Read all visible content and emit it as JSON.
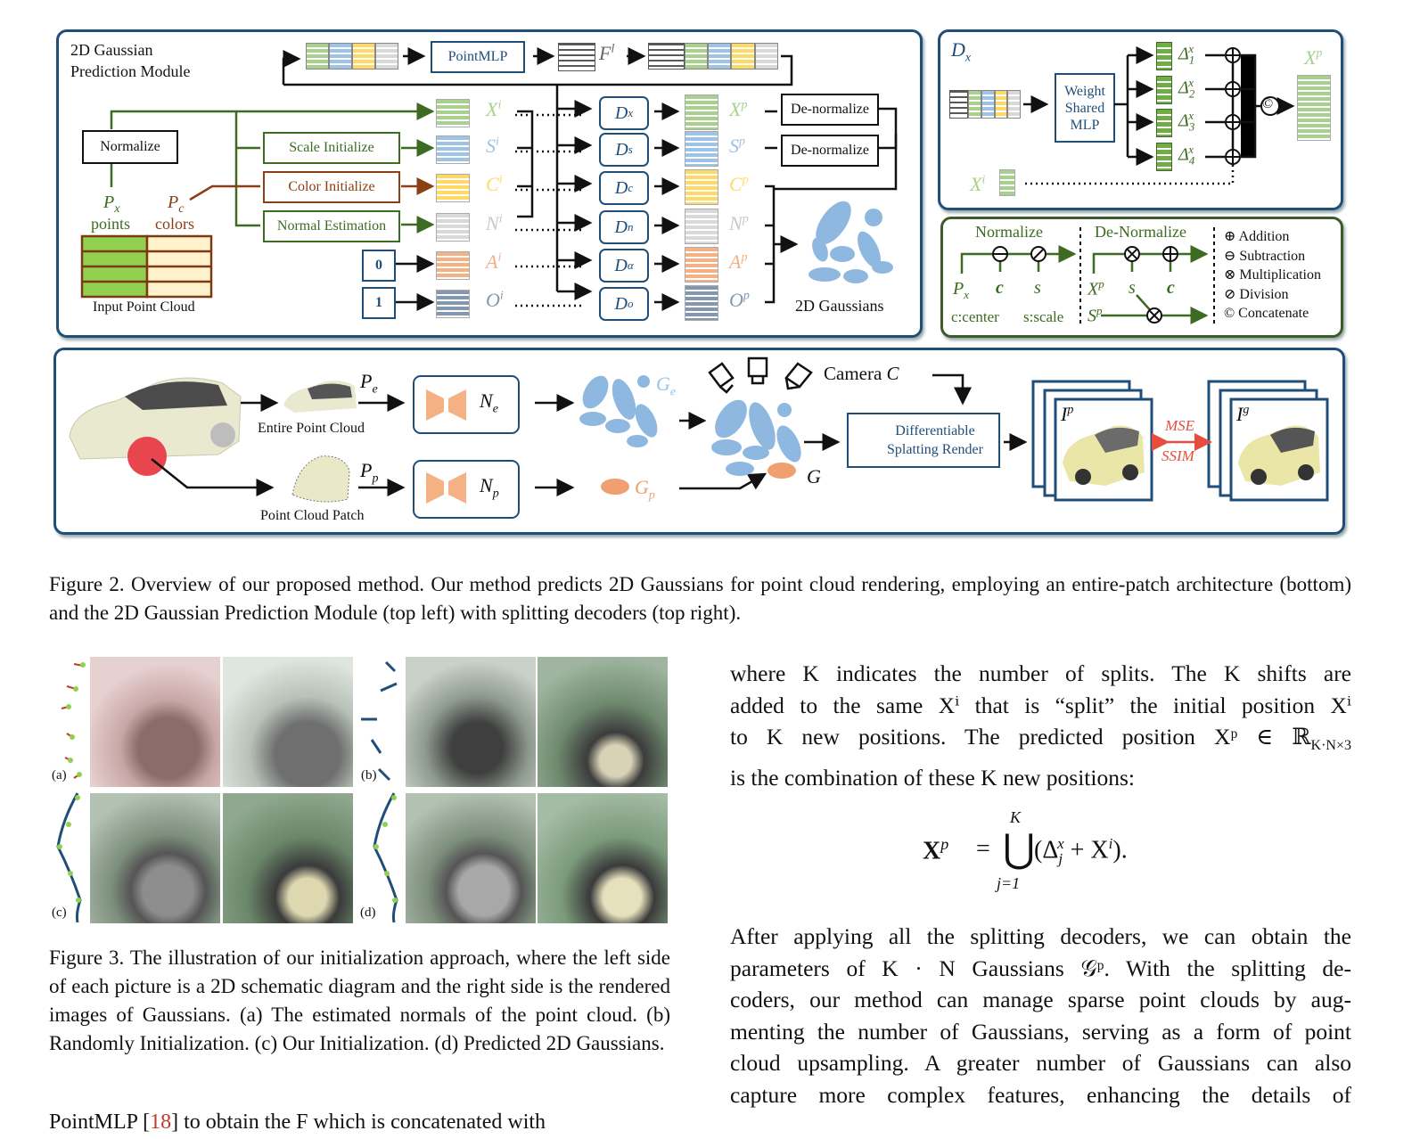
{
  "colors": {
    "accent_blue": "#1f4e79",
    "green": "#3d6b22",
    "orange_brown": "#8a3f14",
    "feature_green": "#a9d18e",
    "feature_blue": "#9dc3e6",
    "feature_yellow": "#ffd966",
    "feature_gray": "#d9d9d9",
    "feature_salmon": "#f4b183",
    "feature_slate": "#8497b0",
    "gaussian_blue": "#8fb8e0",
    "gaussian_orange": "#f0a070",
    "loss_red": "#e74c3c"
  },
  "fig2": {
    "top_left": {
      "title_line1": "2D Gaussian",
      "title_line2": "Prediction Module",
      "pointmlp": "PointMLP",
      "feature": "F",
      "feature_sup": "l",
      "normalize": "Normalize",
      "scale_init": "Scale Initialize",
      "color_init": "Color Initialize",
      "normal_est": "Normal Estimation",
      "px": "P",
      "px_sub": "x",
      "pc": "P",
      "pc_sub": "c",
      "points": "points",
      "colors": "colors",
      "input_pc": "Input Point Cloud",
      "zero": "0",
      "one": "1",
      "init_vars": [
        "X",
        "S",
        "C",
        "N",
        "A",
        "O"
      ],
      "init_sup": "i",
      "decoders": [
        "D",
        "D",
        "D",
        "D",
        "D",
        "D"
      ],
      "decoder_subs": [
        "x",
        "s",
        "c",
        "n",
        "α",
        "o"
      ],
      "pred_vars": [
        "X",
        "S",
        "C",
        "N",
        "A",
        "O"
      ],
      "pred_sup": "p",
      "denormalize": "De-normalize",
      "gaussians_2d": "2D Gaussians"
    },
    "top_right_a": {
      "dx": "D",
      "dx_sub": "x",
      "mlp_line1": "Weight",
      "mlp_line2": "Shared",
      "mlp_line3": "MLP",
      "deltas": [
        "Δ",
        "Δ",
        "Δ",
        "Δ"
      ],
      "delta_subs": [
        "1",
        "2",
        "3",
        "4"
      ],
      "delta_sup": "x",
      "out": "X",
      "out_sup": "p",
      "in": "X",
      "in_sup": "i",
      "concat_symbol": "©"
    },
    "top_right_b": {
      "normalize": "Normalize",
      "denormalize": "De-Normalize",
      "px": "P",
      "px_sub": "x",
      "c": "c",
      "s": "s",
      "xp": "X",
      "xp_sup": "p",
      "sp": "S",
      "sp_sup": "p",
      "center_note": "c:center",
      "scale_note": "s:scale",
      "legend": [
        "Addition",
        "Subtraction",
        "Multiplication",
        "Division",
        "Concatenate"
      ],
      "legend_symbols": [
        "⊕",
        "⊖",
        "⊗",
        "⊘",
        "©"
      ]
    },
    "bottom": {
      "pe": "P",
      "pe_sub": "e",
      "pp": "P",
      "pp_sub": "p",
      "entire_pc": "Entire Point Cloud",
      "patch_pc": "Point Cloud Patch",
      "ne": "N",
      "ne_sub": "e",
      "np": "N",
      "np_sub": "p",
      "ge": "G",
      "ge_sub": "e",
      "gp": "G",
      "gp_sub": "p",
      "g": "G",
      "camera": "Camera",
      "camera_sym": "C",
      "render_line1": "Differentiable",
      "render_line2": "Splatting Render",
      "ip": "I",
      "ip_sup": "p",
      "ig": "I",
      "ig_sup": "g",
      "mse": "MSE",
      "ssim": "SSIM"
    }
  },
  "fig2_caption": "Figure 2.  Overview of our proposed method.  Our method predicts 2D Gaussians for point cloud rendering, employing an entire-patch architecture (bottom) and the 2D Gaussian Prediction Module (top left) with splitting decoders (top right).",
  "fig3": {
    "labels": [
      "(a)",
      "(b)",
      "(c)",
      "(d)"
    ]
  },
  "fig3_caption": "Figure 3.  The illustration of our initialization approach, where the left side of each picture is a 2D schematic diagram and the right side is the rendered images of Gaussians. (a) The estimated normals of the point cloud. (b) Randomly Initialization. (c) Our Initialization. (d) Predicted 2D Gaussians.",
  "right_col": {
    "para1_l1": "where K indicates the number of splits.  The K shifts are",
    "para1_l2": "added to the same Xⁱ that is “split” the initial position Xⁱ",
    "para1_l3": "to K new positions. The predicted position Xᵖ ∈ ℝ",
    "para1_l3_sub": "K·N×3",
    "para1_l4": "is the combination of these K new positions:",
    "eq_lhs": "X",
    "eq_lhs_sup": "p",
    "eq_eq": "=",
    "eq_union": "⋃",
    "eq_top": "K",
    "eq_bottom": "j=1",
    "eq_body": "(Δ",
    "eq_body_sub": "j",
    "eq_body_sup": "x",
    "eq_body_rest": " + X",
    "eq_body_rest_sup": "i",
    "eq_body_end": ").",
    "para2_l1": "After applying all the splitting decoders, we can obtain the",
    "para2_l2": "parameters of K · N Gaussians 𝒢ᵖ.  With the splitting de-",
    "para2_l3": "coders, our method can manage sparse point clouds by aug-",
    "para2_l4": "menting the number of Gaussians, serving as a form of point",
    "para2_l5": "cloud upsampling.  A greater number of Gaussians can also",
    "para2_l6": "capture more complex features, enhancing the details of"
  },
  "left_bottom": {
    "line_a": "PointMLP [",
    "ref": "18",
    "line_b": "] to obtain the F which is concatenated with"
  }
}
